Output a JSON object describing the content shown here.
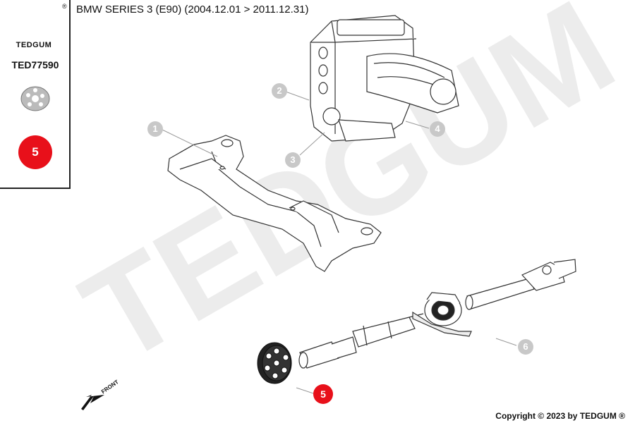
{
  "brand": {
    "name": "TEDGUM",
    "registered_mark": "®",
    "part_code": "TED77590"
  },
  "sidebar": {
    "position_badge": "5"
  },
  "header": {
    "title": "BMW SERIES 3 (E90)  (2004.12.01 > 2011.12.31)"
  },
  "callouts": [
    "1",
    "2",
    "3",
    "4",
    "5",
    "6"
  ],
  "direction_label": "FRONT",
  "watermark": "TEDGUM",
  "footer": {
    "copyright": "Copyright © 2023 by TEDGUM ®"
  },
  "colors": {
    "accent": "#e8101a",
    "callout_gray": "#c8c8c8",
    "line": "#333333",
    "watermark": "#ececec"
  }
}
